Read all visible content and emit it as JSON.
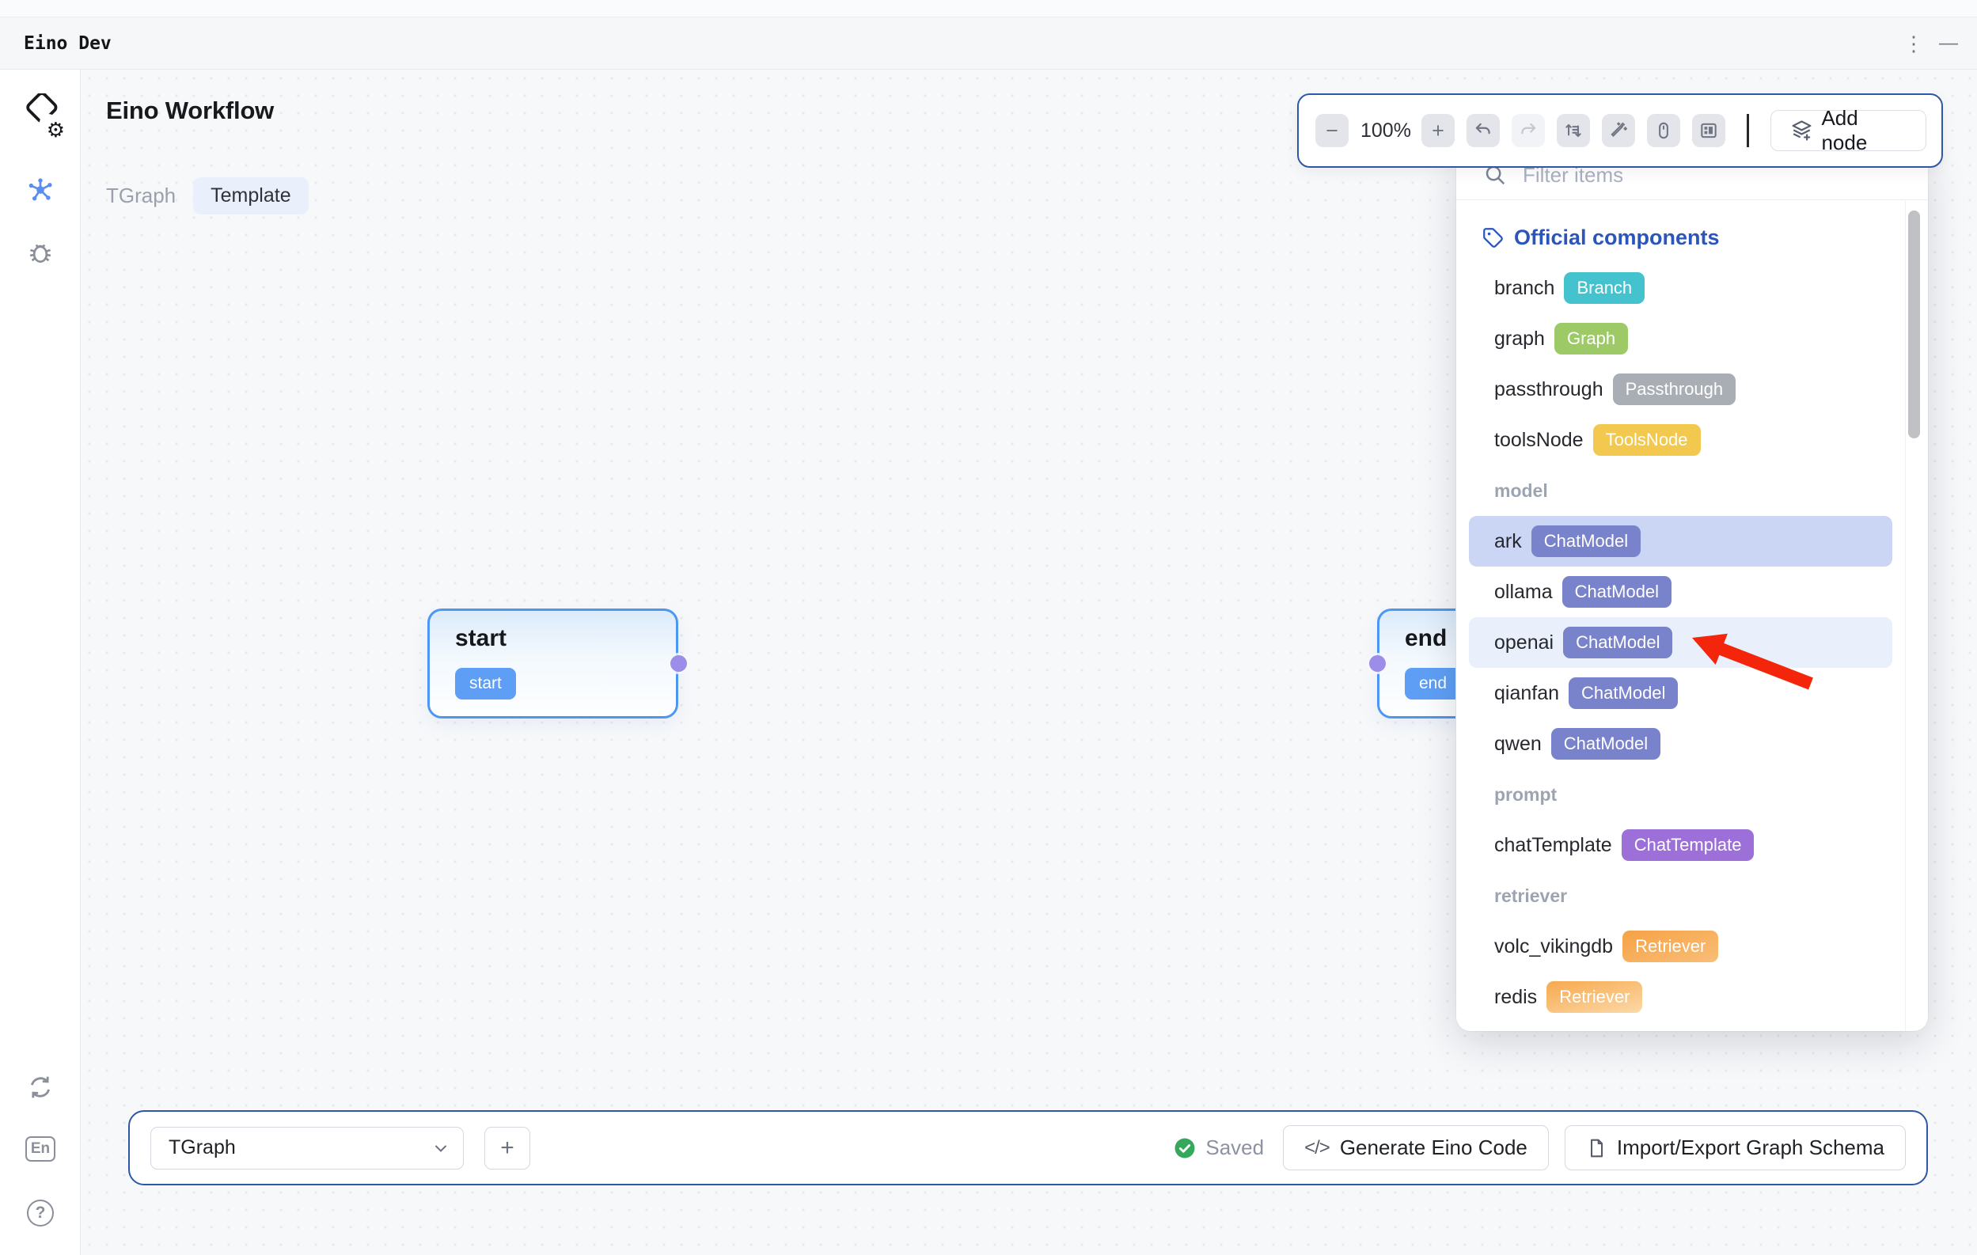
{
  "window": {
    "title": "Eino Dev",
    "kebab_icon": "⋮",
    "minimize_icon": "—"
  },
  "sidebar": {
    "language_label": "En",
    "help_label": "?"
  },
  "header": {
    "title": "Eino Workflow",
    "graph_name": "TGraph",
    "mode_badge": "Template"
  },
  "toolbar": {
    "minus_icon": "−",
    "zoom_level": "100%",
    "plus_icon": "+",
    "add_node_label": "Add node"
  },
  "canvas": {
    "start_node": {
      "title": "start",
      "badge": "start"
    },
    "end_node": {
      "title": "end",
      "badge": "end"
    }
  },
  "panel": {
    "search_placeholder": "Filter items",
    "header": "Official components",
    "sections": [
      {
        "label": "",
        "items": [
          {
            "label": "branch",
            "badge": "Branch",
            "badge_color": "#44C3CF"
          },
          {
            "label": "graph",
            "badge": "Graph",
            "badge_color": "#9DCA67"
          },
          {
            "label": "passthrough",
            "badge": "Passthrough",
            "badge_color": "#A9ADB4"
          },
          {
            "label": "toolsNode",
            "badge": "ToolsNode",
            "badge_color": "#F2C84F"
          }
        ]
      },
      {
        "label": "model",
        "items": [
          {
            "label": "ark",
            "badge": "ChatModel",
            "badge_color": "#7983CB",
            "state": "selected"
          },
          {
            "label": "ollama",
            "badge": "ChatModel",
            "badge_color": "#7983CB",
            "state": ""
          },
          {
            "label": "openai",
            "badge": "ChatModel",
            "badge_color": "#7983CB",
            "state": "hovered-with-arrow"
          },
          {
            "label": "qianfan",
            "badge": "ChatModel",
            "badge_color": "#7983CB",
            "state": ""
          },
          {
            "label": "qwen",
            "badge": "ChatModel",
            "badge_color": "#7983CB",
            "state": ""
          }
        ]
      },
      {
        "label": "prompt",
        "items": [
          {
            "label": "chatTemplate",
            "badge": "ChatTemplate",
            "badge_color": "#9C70D8"
          }
        ]
      },
      {
        "label": "retriever",
        "items": [
          {
            "label": "volc_vikingdb",
            "badge": "Retriever",
            "badge_color": "#F7A850"
          },
          {
            "label": "redis",
            "badge": "Retriever",
            "badge_color": "#F7A850"
          }
        ]
      }
    ]
  },
  "footer": {
    "graph_select_value": "TGraph",
    "add_graph_icon": "+",
    "status": "Saved",
    "code_icon": "</>",
    "generate_code_label": "Generate Eino Code",
    "import_export_label": "Import/Export Graph Schema"
  },
  "colors": {
    "accent_border": "#2E57A8",
    "node_border": "#4D96F2",
    "node_badge": "#5E9FF5",
    "port_dot": "#9C8DE8",
    "panel_header_blue": "#2C55BB",
    "row_selected": "#CBD6F4",
    "row_hovered": "#E9EFFB",
    "saved_green": "#35A85B",
    "arrow_red": "#F3260B"
  }
}
